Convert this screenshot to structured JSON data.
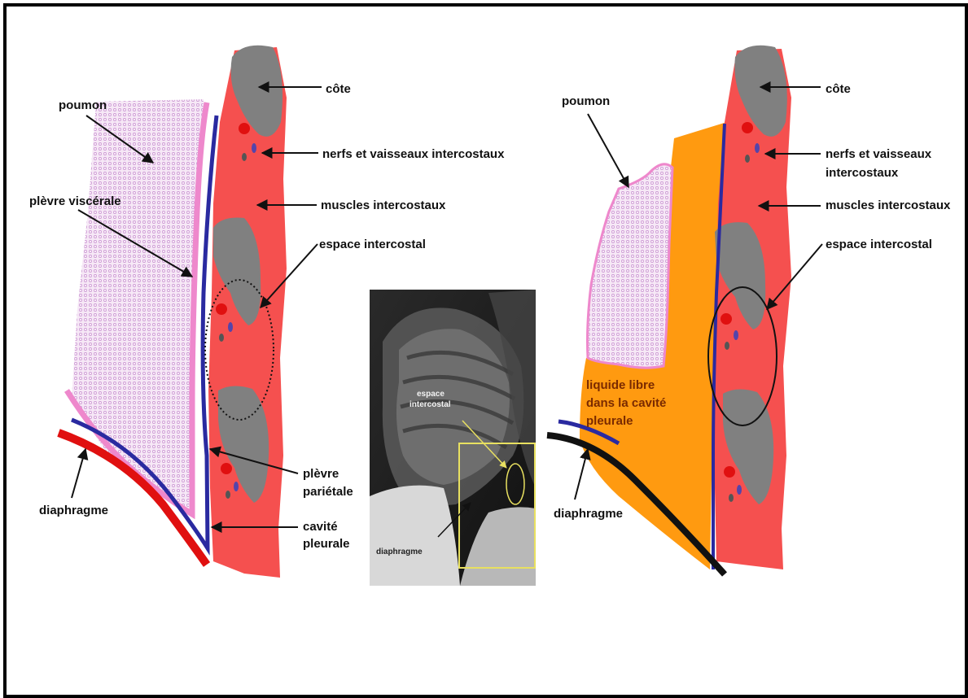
{
  "left_diagram": {
    "labels": {
      "poumon": "poumon",
      "plevre_viscerale": "plèvre viscérale",
      "cote": "côte",
      "nerfs": "nerfs et vaisseaux intercostaux",
      "muscles": "muscles intercostaux",
      "espace": "espace intercostal",
      "plevre_parietale_1": "plèvre",
      "plevre_parietale_2": "pariétale",
      "cavite_1": "cavité",
      "cavite_2": "pleurale",
      "diaphragme": "diaphragme"
    }
  },
  "xray": {
    "labels": {
      "espace_1": "espace",
      "espace_2": "intercostal",
      "diaphragme": "diaphragme"
    }
  },
  "right_diagram": {
    "labels": {
      "poumon": "poumon",
      "cote": "côte",
      "nerfs_1": "nerfs et vaisseaux",
      "nerfs_2": "intercostaux",
      "muscles": "muscles intercostaux",
      "espace": "espace intercostal",
      "liquide_1": "liquide libre",
      "liquide_2": "dans la cavité",
      "liquide_3": "pleurale",
      "diaphragme": "diaphragme"
    }
  },
  "colors": {
    "muscle": "#f5504f",
    "rib": "#808080",
    "lung": "#f3e3f3",
    "pleura_visceral": "#ee88cc",
    "pleura_parietal": "#2a2aa0",
    "diaphragm": "#e01010",
    "fluid": "#ff9a10",
    "nerve": "#e01010",
    "vessel": "#5544aa"
  }
}
